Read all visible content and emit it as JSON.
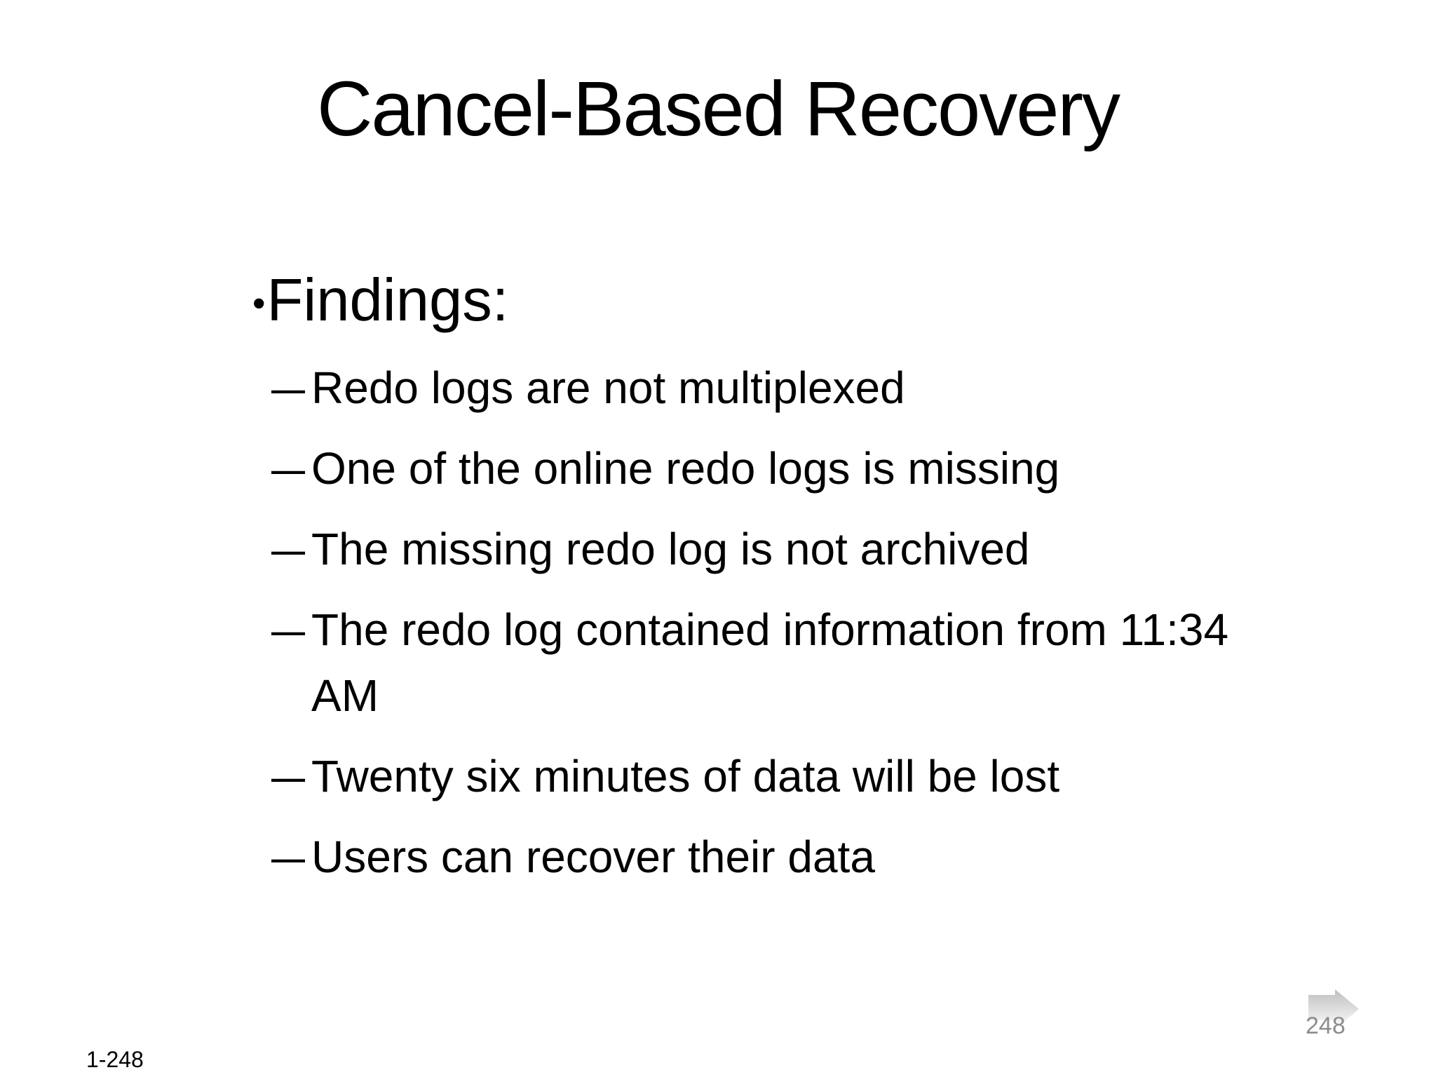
{
  "slide": {
    "title": "Cancel-Based Recovery",
    "content": {
      "heading": {
        "marker": "•",
        "text": "Findings:"
      },
      "items": [
        {
          "marker": "–",
          "lines": [
            "Redo logs are not multiplexed"
          ]
        },
        {
          "marker": "–",
          "lines": [
            "One of the online redo logs is missing"
          ]
        },
        {
          "marker": "–",
          "lines": [
            "The missing redo log is not archived"
          ]
        },
        {
          "marker": "–",
          "lines": [
            "The redo log contained information from 11:34",
            "AM"
          ]
        },
        {
          "marker": "–",
          "lines": [
            "Twenty six minutes of data will be lost"
          ]
        },
        {
          "marker": "–",
          "lines": [
            "Users can recover their data"
          ]
        }
      ]
    },
    "footer": {
      "page_label": "1-248"
    },
    "nav": {
      "page_number": "248",
      "arrow_icon": "next-arrow-icon"
    },
    "colors": {
      "background": "#ffffff",
      "text": "#000000",
      "page_number_gray": "#8c8c8c",
      "arrow_gradient_top": "#bfbfbf",
      "arrow_gradient_bottom": "#fdfdfd"
    }
  }
}
